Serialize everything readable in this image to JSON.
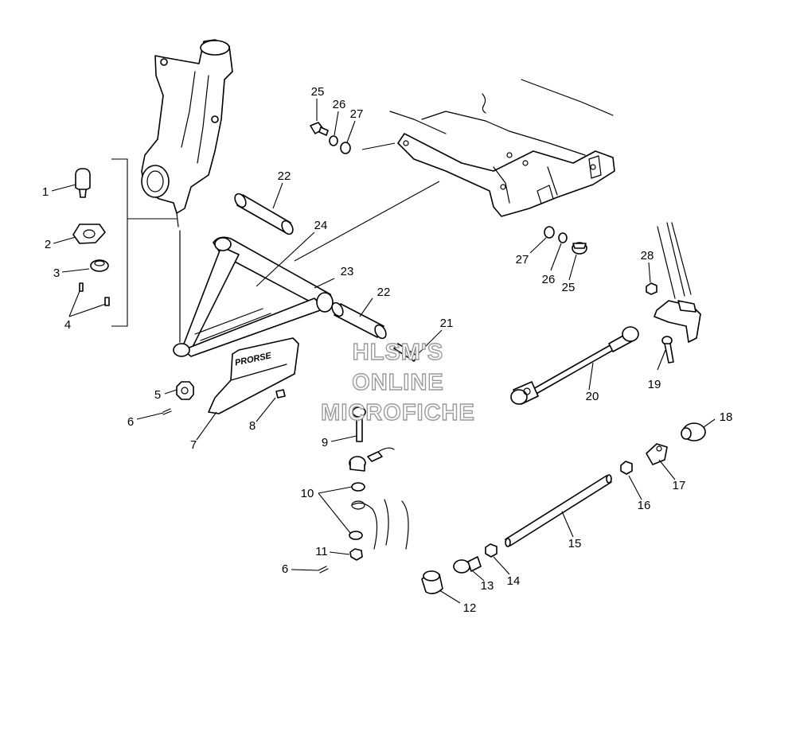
{
  "watermark": {
    "lines": [
      "HLSM'S",
      "ONLINE",
      "MICROFICHE"
    ]
  },
  "callouts": {
    "c1": "1",
    "c2": "2",
    "c3": "3",
    "c4": "4",
    "c5": "5",
    "c6a": "6",
    "c6b": "6",
    "c7": "7",
    "c8": "8",
    "c9": "9",
    "c10": "10",
    "c11": "11",
    "c12": "12",
    "c13": "13",
    "c14": "14",
    "c15": "15",
    "c16": "16",
    "c17": "17",
    "c18": "18",
    "c19": "19",
    "c20": "20",
    "c21": "21",
    "c22a": "22",
    "c22b": "22",
    "c23": "23",
    "c24": "24",
    "c25a": "25",
    "c25b": "25",
    "c26a": "26",
    "c26b": "26",
    "c27a": "27",
    "c27b": "27",
    "c28": "28"
  },
  "a_arm_decal": "PRORSE"
}
